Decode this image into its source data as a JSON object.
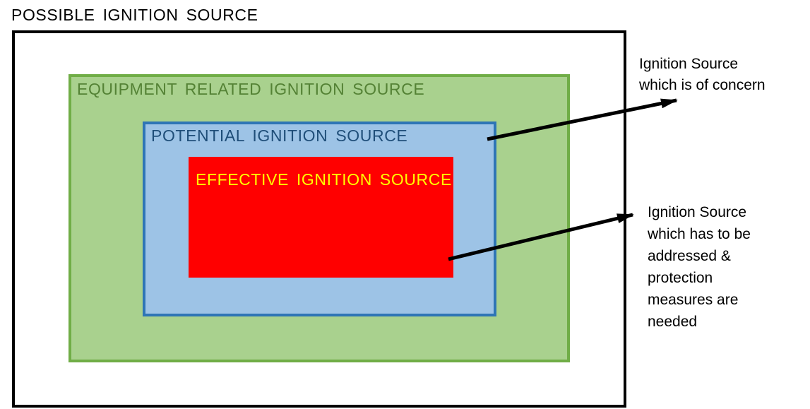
{
  "title": "POSSIBLE IGNITION SOURCE",
  "boxes": [
    {
      "id": "possible",
      "label": "POSSIBLE IGNITION SOURCE",
      "fill": "#ffffff",
      "border": "#000000",
      "text_color": "#000000"
    },
    {
      "id": "equipment-related",
      "label": "EQUIPMENT RELATED IGNITION SOURCE",
      "fill": "#a9d18e",
      "border": "#70ad47",
      "text_color": "#548235"
    },
    {
      "id": "potential",
      "label": "POTENTIAL IGNITION SOURCE",
      "fill": "#9dc3e6",
      "border": "#2e75b6",
      "text_color": "#1f4e79"
    },
    {
      "id": "effective",
      "label": "EFFECTIVE IGNITION SOURCE",
      "fill": "#ff0000",
      "border": "#ff0000",
      "text_color": "#ffff00"
    }
  ],
  "annotations": [
    {
      "id": "concern",
      "text": "Ignition Source\nwhich is of concern",
      "points_to": "POTENTIAL IGNITION SOURCE"
    },
    {
      "id": "addressed",
      "text": "Ignition Source\nwhich has to be\naddressed &\nprotection\nmeasures are\nneeded",
      "points_to": "EFFECTIVE IGNITION SOURCE"
    }
  ],
  "arrows": {
    "color": "#000000"
  }
}
